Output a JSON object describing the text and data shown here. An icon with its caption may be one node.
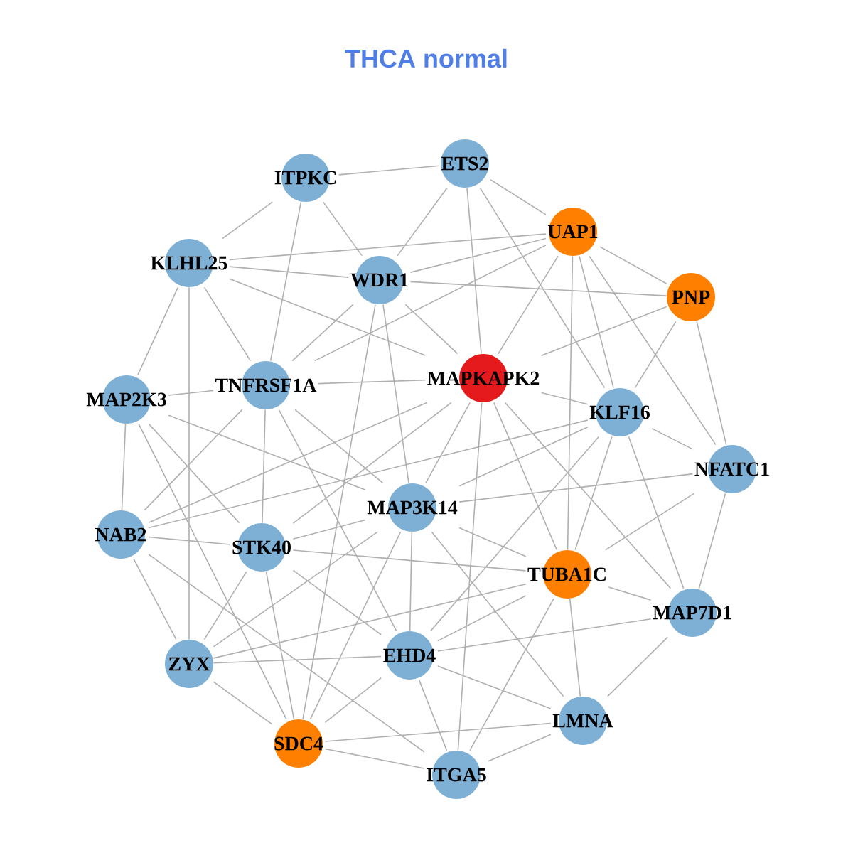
{
  "diagram": {
    "title": "THCA normal",
    "nodes": [
      {
        "text": [
          "ETS2"
        ]
      },
      {
        "text": [
          "ITPKC"
        ]
      },
      {
        "text": [
          "UAP1"
        ]
      },
      {
        "text": [
          "KLHL25"
        ]
      },
      {
        "text": [
          "WDR1"
        ]
      },
      {
        "text": [
          "PNP"
        ]
      },
      {
        "text": [
          "MAPKAPK2"
        ]
      },
      {
        "text": [
          "TNFRSF1A"
        ]
      },
      {
        "text": [
          "MAP2K3"
        ]
      },
      {
        "text": [
          "KLF16"
        ]
      },
      {
        "text": [
          "NFATC1"
        ]
      },
      {
        "text": [
          "MAP3K14"
        ]
      },
      {
        "text": [
          "NAB2"
        ]
      },
      {
        "text": [
          "STK40"
        ]
      },
      {
        "text": [
          "TUBA1C"
        ]
      },
      {
        "text": [
          "MAP7D1"
        ]
      },
      {
        "text": [
          "EHD4"
        ]
      },
      {
        "text": [
          "ZYX"
        ]
      },
      {
        "text": [
          "LMNA"
        ]
      },
      {
        "text": [
          "SDC4"
        ]
      },
      {
        "text": [
          "ITGA5"
        ]
      }
    ],
    "edges": [
      {
        "from": 0,
        "to": 1,
        "arrow": "none"
      },
      {
        "from": 0,
        "to": 2,
        "arrow": "none"
      },
      {
        "from": 0,
        "to": 4,
        "arrow": "none"
      },
      {
        "from": 0,
        "to": 6,
        "arrow": "none"
      },
      {
        "from": 0,
        "to": 9,
        "arrow": "none"
      },
      {
        "from": 1,
        "to": 3,
        "arrow": "none"
      },
      {
        "from": 1,
        "to": 4,
        "arrow": "none"
      },
      {
        "from": 1,
        "to": 7,
        "arrow": "none"
      },
      {
        "from": 2,
        "to": 3,
        "arrow": "none"
      },
      {
        "from": 2,
        "to": 4,
        "arrow": "none"
      },
      {
        "from": 2,
        "to": 5,
        "arrow": "none"
      },
      {
        "from": 2,
        "to": 6,
        "arrow": "none"
      },
      {
        "from": 2,
        "to": 7,
        "arrow": "none"
      },
      {
        "from": 2,
        "to": 9,
        "arrow": "none"
      },
      {
        "from": 2,
        "to": 10,
        "arrow": "none"
      },
      {
        "from": 2,
        "to": 14,
        "arrow": "none"
      },
      {
        "from": 3,
        "to": 4,
        "arrow": "none"
      },
      {
        "from": 3,
        "to": 6,
        "arrow": "none"
      },
      {
        "from": 3,
        "to": 7,
        "arrow": "none"
      },
      {
        "from": 3,
        "to": 8,
        "arrow": "none"
      },
      {
        "from": 3,
        "to": 17,
        "arrow": "none"
      },
      {
        "from": 4,
        "to": 5,
        "arrow": "none"
      },
      {
        "from": 4,
        "to": 6,
        "arrow": "none"
      },
      {
        "from": 4,
        "to": 7,
        "arrow": "none"
      },
      {
        "from": 4,
        "to": 11,
        "arrow": "none"
      },
      {
        "from": 4,
        "to": 19,
        "arrow": "none"
      },
      {
        "from": 5,
        "to": 6,
        "arrow": "none"
      },
      {
        "from": 5,
        "to": 9,
        "arrow": "none"
      },
      {
        "from": 5,
        "to": 10,
        "arrow": "none"
      },
      {
        "from": 6,
        "to": 7,
        "arrow": "none"
      },
      {
        "from": 6,
        "to": 9,
        "arrow": "none"
      },
      {
        "from": 6,
        "to": 11,
        "arrow": "none"
      },
      {
        "from": 6,
        "to": 12,
        "arrow": "none"
      },
      {
        "from": 6,
        "to": 13,
        "arrow": "none"
      },
      {
        "from": 6,
        "to": 14,
        "arrow": "none"
      },
      {
        "from": 6,
        "to": 15,
        "arrow": "none"
      },
      {
        "from": 6,
        "to": 20,
        "arrow": "none"
      },
      {
        "from": 7,
        "to": 8,
        "arrow": "none"
      },
      {
        "from": 7,
        "to": 11,
        "arrow": "none"
      },
      {
        "from": 7,
        "to": 12,
        "arrow": "none"
      },
      {
        "from": 7,
        "to": 13,
        "arrow": "none"
      },
      {
        "from": 7,
        "to": 16,
        "arrow": "none"
      },
      {
        "from": 8,
        "to": 11,
        "arrow": "none"
      },
      {
        "from": 8,
        "to": 12,
        "arrow": "none"
      },
      {
        "from": 8,
        "to": 13,
        "arrow": "none"
      },
      {
        "from": 8,
        "to": 19,
        "arrow": "none"
      },
      {
        "from": 9,
        "to": 10,
        "arrow": "none"
      },
      {
        "from": 9,
        "to": 11,
        "arrow": "none"
      },
      {
        "from": 9,
        "to": 12,
        "arrow": "none"
      },
      {
        "from": 9,
        "to": 14,
        "arrow": "none"
      },
      {
        "from": 9,
        "to": 15,
        "arrow": "none"
      },
      {
        "from": 9,
        "to": 16,
        "arrow": "none"
      },
      {
        "from": 10,
        "to": 11,
        "arrow": "none"
      },
      {
        "from": 10,
        "to": 14,
        "arrow": "none"
      },
      {
        "from": 10,
        "to": 15,
        "arrow": "none"
      },
      {
        "from": 11,
        "to": 13,
        "arrow": "none"
      },
      {
        "from": 11,
        "to": 14,
        "arrow": "none"
      },
      {
        "from": 11,
        "to": 16,
        "arrow": "none"
      },
      {
        "from": 11,
        "to": 17,
        "arrow": "none"
      },
      {
        "from": 11,
        "to": 18,
        "arrow": "none"
      },
      {
        "from": 11,
        "to": 19,
        "arrow": "none"
      },
      {
        "from": 12,
        "to": 13,
        "arrow": "none"
      },
      {
        "from": 12,
        "to": 17,
        "arrow": "none"
      },
      {
        "from": 12,
        "to": 20,
        "arrow": "none"
      },
      {
        "from": 13,
        "to": 14,
        "arrow": "none"
      },
      {
        "from": 13,
        "to": 16,
        "arrow": "none"
      },
      {
        "from": 13,
        "to": 17,
        "arrow": "none"
      },
      {
        "from": 13,
        "to": 19,
        "arrow": "none"
      },
      {
        "from": 14,
        "to": 15,
        "arrow": "none"
      },
      {
        "from": 14,
        "to": 16,
        "arrow": "none"
      },
      {
        "from": 14,
        "to": 17,
        "arrow": "none"
      },
      {
        "from": 14,
        "to": 18,
        "arrow": "none"
      },
      {
        "from": 14,
        "to": 20,
        "arrow": "none"
      },
      {
        "from": 15,
        "to": 16,
        "arrow": "none"
      },
      {
        "from": 15,
        "to": 18,
        "arrow": "none"
      },
      {
        "from": 16,
        "to": 17,
        "arrow": "none"
      },
      {
        "from": 16,
        "to": 18,
        "arrow": "none"
      },
      {
        "from": 16,
        "to": 19,
        "arrow": "none"
      },
      {
        "from": 16,
        "to": 20,
        "arrow": "none"
      },
      {
        "from": 17,
        "to": 19,
        "arrow": "none"
      },
      {
        "from": 18,
        "to": 19,
        "arrow": "none"
      },
      {
        "from": 18,
        "to": 20,
        "arrow": "none"
      },
      {
        "from": 19,
        "to": 20,
        "arrow": "none"
      }
    ]
  }
}
